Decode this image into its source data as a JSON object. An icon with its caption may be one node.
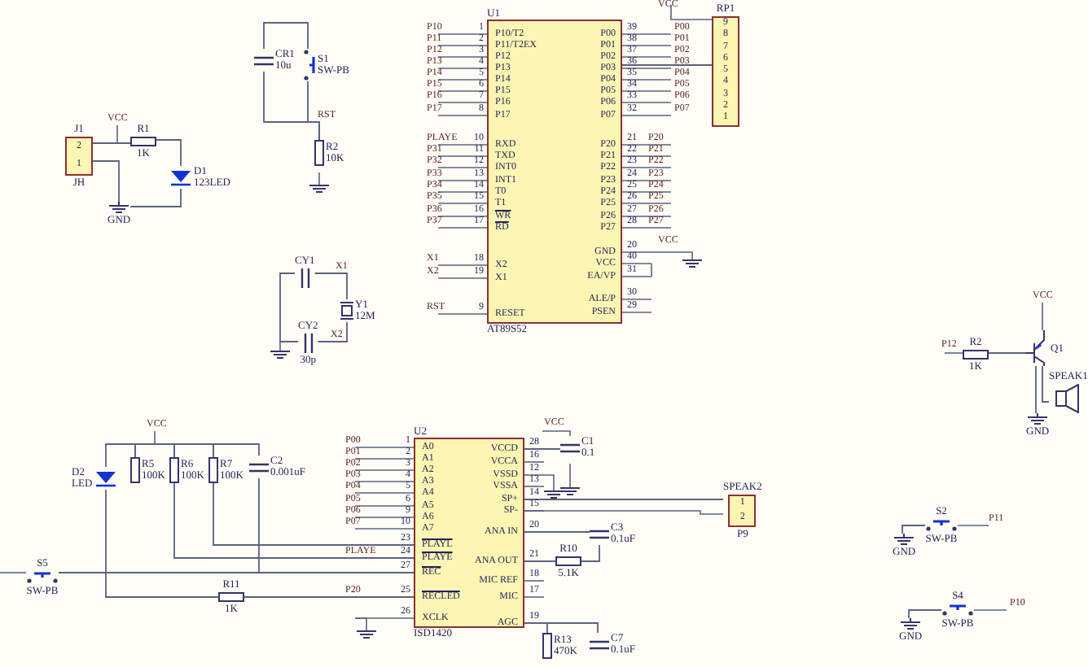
{
  "diagram": {
    "nodes": [
      {
        "text": [
          "J1",
          "2",
          "1",
          "JH"
        ]
      },
      {
        "text": [
          "R1",
          "1K"
        ]
      },
      {
        "text": [
          "D1",
          "123LED"
        ]
      },
      {
        "text": [
          "GND"
        ]
      },
      {
        "text": [
          "CR1",
          "10u"
        ]
      },
      {
        "text": [
          "S1",
          "SW-PB"
        ]
      },
      {
        "text": [
          "R2",
          "10K"
        ]
      },
      {
        "text": [
          "U1",
          "P10/T2",
          "P11/T2EX",
          "P12",
          "P13",
          "P14",
          "P15",
          "P16",
          "P17",
          "RXD",
          "TXD",
          "INT0",
          "INT1",
          "T0",
          "T1",
          "WR",
          "RD",
          "X2",
          "X1",
          "RESET",
          "P00",
          "P01",
          "P02",
          "P03",
          "P04",
          "P05",
          "P06",
          "P07",
          "P20",
          "P21",
          "P22",
          "P23",
          "P24",
          "P25",
          "P26",
          "P27",
          "GND",
          "VCC",
          "EA/VP",
          "ALE/P",
          "PSEN",
          "AT89S52"
        ]
      },
      {
        "text": [
          "RP1",
          "9",
          "8",
          "7",
          "6",
          "5",
          "4",
          "3",
          "2",
          "1"
        ]
      },
      {
        "text": [
          "CY1"
        ]
      },
      {
        "text": [
          "CY2",
          "30p"
        ]
      },
      {
        "text": [
          "Y1",
          "12M"
        ]
      },
      {
        "text": [
          "D2",
          "LED"
        ]
      },
      {
        "text": [
          "R5",
          "100K"
        ]
      },
      {
        "text": [
          "R6",
          "100K"
        ]
      },
      {
        "text": [
          "R7",
          "100K"
        ]
      },
      {
        "text": [
          "C2",
          "0.001uF"
        ]
      },
      {
        "text": [
          "S5",
          "SW-PB"
        ]
      },
      {
        "text": [
          "R11",
          "1K"
        ]
      },
      {
        "text": [
          "U2",
          "A0",
          "A1",
          "A2",
          "A3",
          "A4",
          "A5",
          "A6",
          "A7",
          "PLAYL",
          "PLAYE",
          "REC",
          "RECLED",
          "XCLK",
          "VCCD",
          "VCCA",
          "VSSD",
          "VSSA",
          "SP+",
          "SP-",
          "ANA IN",
          "ANA OUT",
          "MIC REF",
          "MIC",
          "AGC",
          "ISD1420"
        ]
      },
      {
        "text": [
          "C1",
          "0.1"
        ]
      },
      {
        "text": [
          "SPEAK2",
          "1",
          "2",
          "P9"
        ]
      },
      {
        "text": [
          "C3",
          "0.1uF"
        ]
      },
      {
        "text": [
          "R10",
          "5.1K"
        ]
      },
      {
        "text": [
          "R13",
          "470K"
        ]
      },
      {
        "text": [
          "C7",
          "0.1uF"
        ]
      },
      {
        "text": [
          "R2",
          "1K"
        ]
      },
      {
        "text": [
          "Q1"
        ]
      },
      {
        "text": [
          "SPEAK1"
        ]
      },
      {
        "text": [
          "GND"
        ]
      },
      {
        "text": [
          "S2",
          "SW-PB"
        ]
      },
      {
        "text": [
          "GND"
        ]
      },
      {
        "text": [
          "S4",
          "SW-PB"
        ]
      },
      {
        "text": [
          "GND"
        ]
      }
    ],
    "edges": [
      {
        "from": 0,
        "to": 1,
        "arrow": "none"
      },
      {
        "from": 1,
        "to": 2,
        "arrow": "none"
      },
      {
        "from": 2,
        "to": 3,
        "arrow": "none"
      },
      {
        "from": 0,
        "to": 3,
        "arrow": "none"
      },
      {
        "from": 4,
        "to": 5,
        "arrow": "none"
      },
      {
        "from": 5,
        "to": 6,
        "arrow": "none"
      },
      {
        "from": 4,
        "to": 6,
        "arrow": "none"
      },
      {
        "from": 9,
        "to": 11,
        "arrow": "none"
      },
      {
        "from": 10,
        "to": 11,
        "arrow": "none"
      },
      {
        "from": 9,
        "to": 10,
        "arrow": "none"
      },
      {
        "from": 7,
        "to": 8,
        "arrow": "none"
      },
      {
        "from": 12,
        "to": 18,
        "arrow": "none"
      },
      {
        "from": 13,
        "to": 14,
        "arrow": "none"
      },
      {
        "from": 14,
        "to": 15,
        "arrow": "none"
      },
      {
        "from": 15,
        "to": 16,
        "arrow": "none"
      },
      {
        "from": 15,
        "to": 19,
        "arrow": "none"
      },
      {
        "from": 14,
        "to": 19,
        "arrow": "none"
      },
      {
        "from": 16,
        "to": 19,
        "arrow": "none"
      },
      {
        "from": 17,
        "to": 19,
        "arrow": "none"
      },
      {
        "from": 18,
        "to": 19,
        "arrow": "none"
      },
      {
        "from": 19,
        "to": 20,
        "arrow": "none"
      },
      {
        "from": 19,
        "to": 21,
        "arrow": "none"
      },
      {
        "from": 19,
        "to": 22,
        "arrow": "none"
      },
      {
        "from": 23,
        "to": 22,
        "arrow": "none"
      },
      {
        "from": 19,
        "to": 23,
        "arrow": "none"
      },
      {
        "from": 19,
        "to": 24,
        "arrow": "none"
      },
      {
        "from": 19,
        "to": 25,
        "arrow": "none"
      },
      {
        "from": 26,
        "to": 27,
        "arrow": "none"
      },
      {
        "from": 27,
        "to": 28,
        "arrow": "none"
      },
      {
        "from": 27,
        "to": 29,
        "arrow": "none"
      },
      {
        "from": 30,
        "to": 31,
        "arrow": "none"
      },
      {
        "from": 32,
        "to": 33,
        "arrow": "none"
      },
      {
        "from": 12,
        "to": 13,
        "arrow": "none"
      }
    ],
    "labels": [
      "VCC",
      "RST",
      "P10",
      "P11",
      "P12",
      "P13",
      "P14",
      "P15",
      "P16",
      "P17",
      "PLAYE",
      "P31",
      "P32",
      "P33",
      "P34",
      "P35",
      "P36",
      "P37",
      "X1",
      "X2",
      "RST",
      "1",
      "2",
      "3",
      "4",
      "5",
      "6",
      "7",
      "8",
      "10",
      "11",
      "12",
      "13",
      "14",
      "15",
      "16",
      "17",
      "18",
      "19",
      "9",
      "39",
      "38",
      "37",
      "36",
      "35",
      "34",
      "33",
      "32",
      "21",
      "22",
      "23",
      "24",
      "25",
      "26",
      "27",
      "28",
      "20",
      "40",
      "31",
      "30",
      "29",
      "P00",
      "P01",
      "P02",
      "P03",
      "P04",
      "P05",
      "P06",
      "P07",
      "P20",
      "P21",
      "P22",
      "P23",
      "P24",
      "P25",
      "P26",
      "P27",
      "VCC",
      "VCC",
      "X1",
      "X2",
      "VCC",
      "P00",
      "P01",
      "P02",
      "P03",
      "P04",
      "P05",
      "P06",
      "P07",
      "PLAYE",
      "P20",
      "1",
      "2",
      "3",
      "4",
      "5",
      "6",
      "9",
      "10",
      "23",
      "24",
      "27",
      "25",
      "26",
      "28",
      "16",
      "12",
      "13",
      "14",
      "15",
      "20",
      "21",
      "18",
      "17",
      "19",
      "VCC",
      "P12",
      "VCC",
      "P11",
      "P10"
    ]
  }
}
